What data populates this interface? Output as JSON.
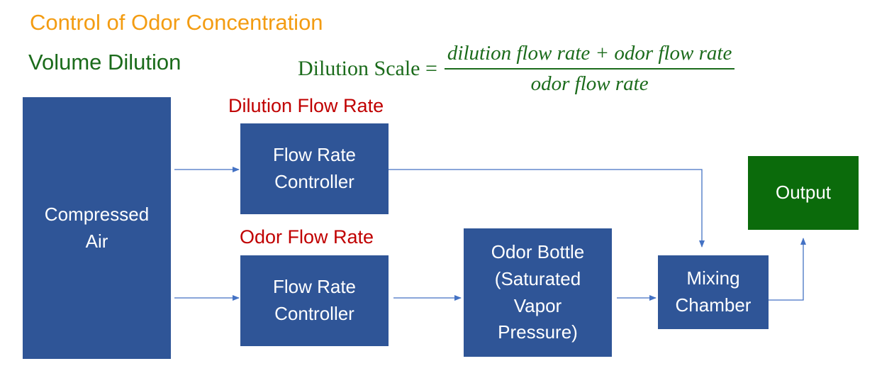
{
  "title": "Control of Odor Concentration",
  "subtitle": "Volume Dilution",
  "formula": {
    "lhs": "Dilution Scale =",
    "numerator": "dilution flow rate  +  odor flow rate",
    "denominator": "odor flow rate"
  },
  "labels": {
    "dilution_flow_rate": "Dilution Flow Rate",
    "odor_flow_rate": "Odor Flow Rate"
  },
  "boxes": {
    "compressed_air": "Compressed\nAir",
    "controller_top": "Flow Rate\nController",
    "controller_bottom": "Flow Rate\nController",
    "odor_bottle": "Odor Bottle\n(Saturated\nVapor\nPressure)",
    "mixing_chamber": "Mixing\nChamber",
    "output": "Output"
  },
  "colors": {
    "title": "#f39c12",
    "subtitle_and_formula": "#1b6b1b",
    "flow_labels": "#c00000",
    "box_blue": "#2f5597",
    "box_green": "#0b6b0b",
    "arrow": "#4472c4"
  }
}
